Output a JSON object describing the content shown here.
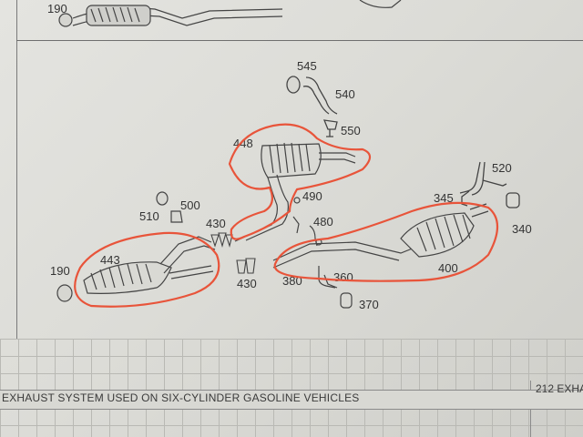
{
  "labels": {
    "top_190": "190",
    "p545": "545",
    "p540": "540",
    "p550": "550",
    "p448": "448",
    "p520": "520",
    "p345": "345",
    "p340": "340",
    "p490": "490",
    "p500": "500",
    "p510": "510",
    "p430a": "430",
    "p480": "480",
    "p443": "443",
    "p190": "190",
    "p430b": "430",
    "p380": "380",
    "p360": "360",
    "p400": "400",
    "p370": "370"
  },
  "caption": "EXHAUST SYSTEM USED ON SIX-CYLINDER GASOLINE VEHICLES",
  "caption_right": "212 EXHA",
  "colors": {
    "highlight": "#e8543a",
    "line": "#444444"
  }
}
